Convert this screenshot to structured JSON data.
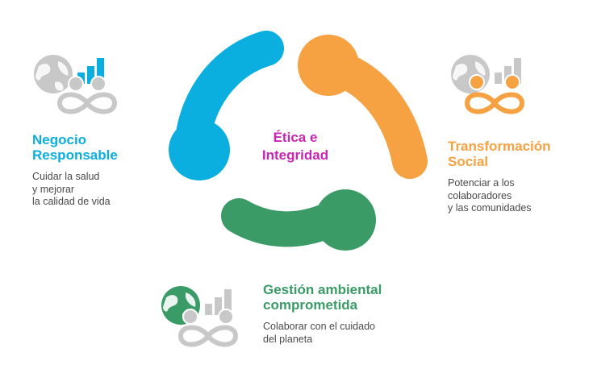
{
  "center": {
    "line1": "Ética e",
    "line2": "Integridad"
  },
  "pillars": [
    {
      "title_line1": "Negocio",
      "title_line2": "Responsable",
      "desc_line1": "Cuidar la salud",
      "desc_line2": "y mejorar",
      "desc_line3": "la calidad de vida"
    },
    {
      "title_line1": "Transformación",
      "title_line2": "Social",
      "desc_line1": "Potenciar a los",
      "desc_line2": "colaboradores",
      "desc_line3": "y las comunidades"
    },
    {
      "title_line1": "Gestión ambiental",
      "title_line2": "comprometida",
      "desc_line1": "Colaborar con el cuidado",
      "desc_line2": "del planeta"
    }
  ],
  "colors": {
    "blue": "#0aaedf",
    "orange": "#f6a142",
    "green": "#3a9b67",
    "magenta": "#c726b4",
    "gray": "#c8c8c8",
    "text": "#4a4a4a"
  },
  "icons": {
    "negocio": "globe-people-chart-icon",
    "social": "globe-people-chart-icon",
    "ambiental": "globe-people-chart-icon"
  }
}
